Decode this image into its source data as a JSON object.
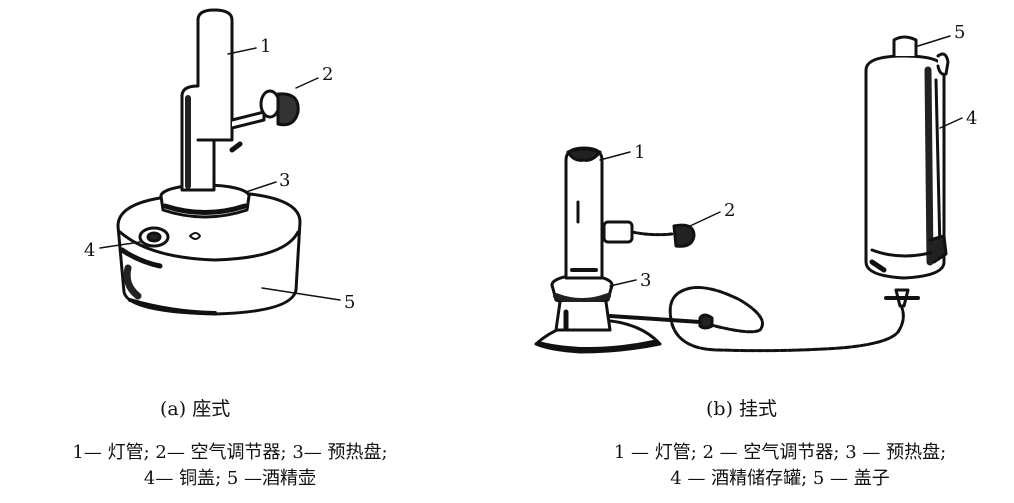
{
  "left": {
    "labels": [
      "1",
      "2",
      "3",
      "4",
      "5"
    ],
    "caption": "(a) 座式",
    "legend_line1": "1— 灯管; 2— 空气调节器; 3— 预热盘;",
    "legend_line2": "4— 铜盖; 5 —酒精壶"
  },
  "right": {
    "labels": [
      "1",
      "2",
      "3",
      "4",
      "5"
    ],
    "caption": "(b) 挂式",
    "legend_line1": "1 — 灯管; 2 — 空气调节器; 3 — 预热盘;",
    "legend_line2": "4 — 酒精储存罐; 5 — 盖子"
  }
}
